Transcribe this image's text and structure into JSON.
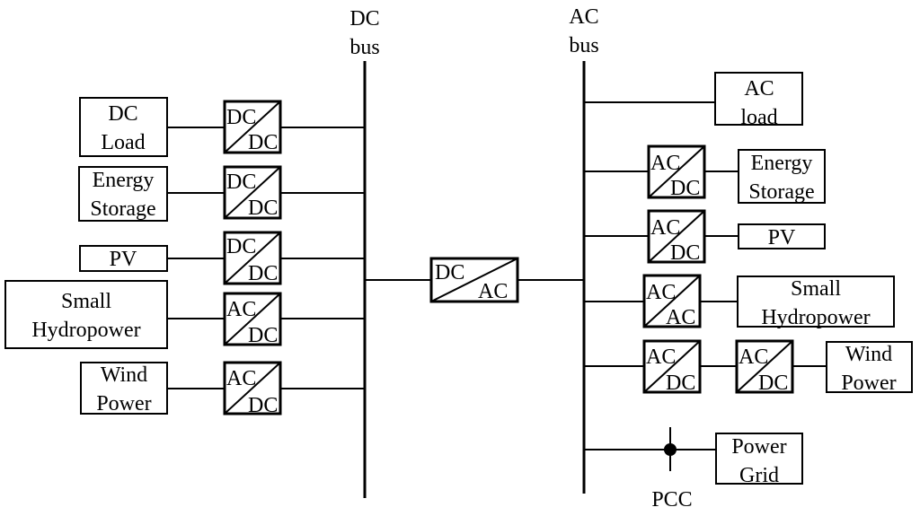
{
  "dc_bus": {
    "line1": "DC",
    "line2": "bus"
  },
  "ac_bus": {
    "line1": "AC",
    "line2": "bus"
  },
  "central_converter": {
    "top": "DC",
    "bottom": "AC"
  },
  "dc_side": [
    {
      "source": [
        "DC",
        "Load"
      ],
      "converter": [
        "DC",
        "DC"
      ]
    },
    {
      "source": [
        "Energy",
        "Storage"
      ],
      "converter": [
        "DC",
        "DC"
      ]
    },
    {
      "source": [
        "PV"
      ],
      "converter": [
        "DC",
        "DC"
      ]
    },
    {
      "source": [
        "Small",
        "Hydropower"
      ],
      "converter": [
        "AC",
        "DC"
      ]
    },
    {
      "source": [
        "Wind",
        "Power"
      ],
      "converter": [
        "AC",
        "DC"
      ]
    }
  ],
  "ac_side": [
    {
      "load": [
        "AC",
        "load"
      ]
    },
    {
      "converter": [
        "AC",
        "DC"
      ],
      "load": [
        "Energy",
        "Storage"
      ]
    },
    {
      "converter": [
        "AC",
        "DC"
      ],
      "load": [
        "PV"
      ]
    },
    {
      "converter": [
        "AC",
        "AC"
      ],
      "load": [
        "Small",
        "Hydropower"
      ]
    },
    {
      "converter": [
        "AC",
        "DC"
      ],
      "converter2": [
        "AC",
        "DC"
      ],
      "load": [
        "Wind",
        "Power"
      ]
    },
    {
      "load": [
        "Power",
        "Grid"
      ]
    }
  ],
  "pcc_label": "PCC"
}
